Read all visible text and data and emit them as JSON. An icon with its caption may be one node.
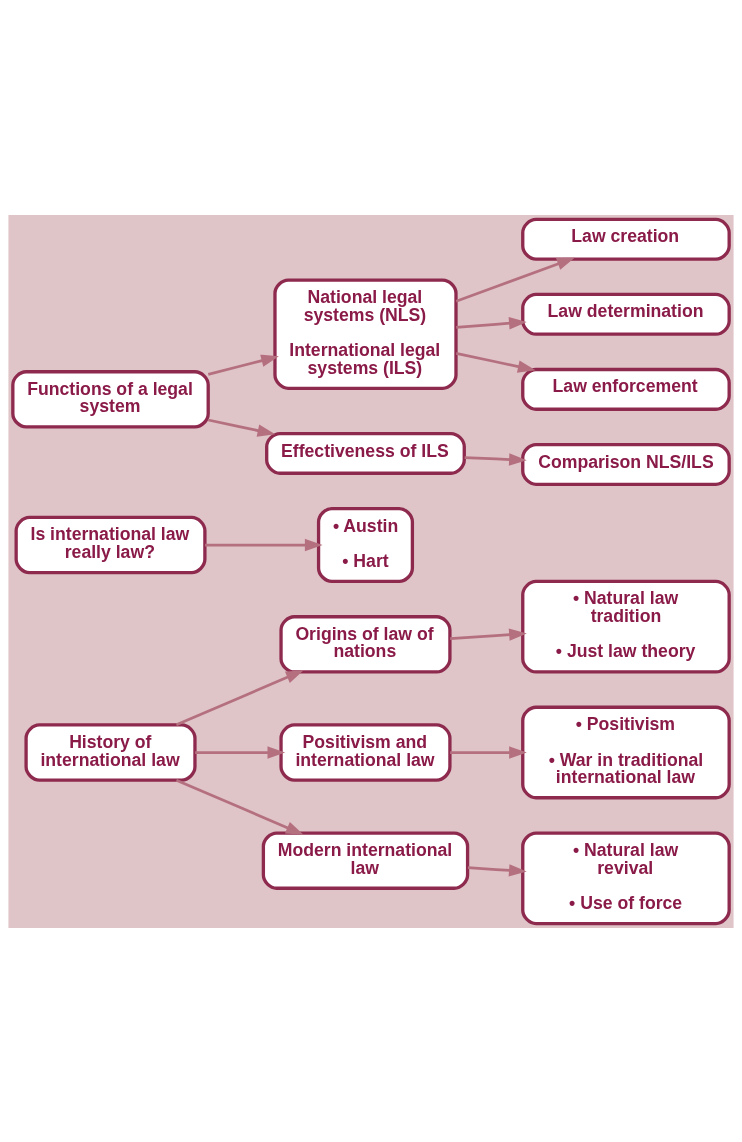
{
  "diagram": {
    "nodes": [
      {
        "text": [
          "History of international law"
        ]
      },
      {
        "text": [
          "Origins of law of nations"
        ]
      },
      {
        "text": [
          "• Natural law tradition",
          "• Just law theory"
        ]
      },
      {
        "text": [
          "Positivism and international law"
        ]
      },
      {
        "text": [
          "• Positivism",
          "• War in traditional international law"
        ]
      },
      {
        "text": [
          "Modern international law"
        ]
      },
      {
        "text": [
          "• Natural law revival",
          "• Use of force"
        ]
      },
      {
        "text": [
          "Is international law really law?"
        ]
      },
      {
        "text": [
          "• Austin",
          "• Hart"
        ]
      },
      {
        "text": [
          "Functions of a legal system"
        ]
      },
      {
        "text": [
          "National legal systems (NLS)",
          "International legal systems (ILS)"
        ]
      },
      {
        "text": [
          "Law creation"
        ]
      },
      {
        "text": [
          "Law determination"
        ]
      },
      {
        "text": [
          "Law enforcement"
        ]
      },
      {
        "text": [
          "Effectiveness of ILS"
        ]
      },
      {
        "text": [
          "Comparison NLS/ILS"
        ]
      }
    ],
    "edges": [
      {
        "from": 0,
        "to": 1,
        "arrow": "to"
      },
      {
        "from": 0,
        "to": 3,
        "arrow": "to"
      },
      {
        "from": 0,
        "to": 5,
        "arrow": "to"
      },
      {
        "from": 1,
        "to": 2,
        "arrow": "to"
      },
      {
        "from": 3,
        "to": 4,
        "arrow": "to"
      },
      {
        "from": 5,
        "to": 6,
        "arrow": "to"
      },
      {
        "from": 7,
        "to": 8,
        "arrow": "to"
      },
      {
        "from": 9,
        "to": 10,
        "arrow": "to"
      },
      {
        "from": 9,
        "to": 14,
        "arrow": "to"
      },
      {
        "from": 10,
        "to": 11,
        "arrow": "to"
      },
      {
        "from": 10,
        "to": 12,
        "arrow": "to"
      },
      {
        "from": 10,
        "to": 13,
        "arrow": "to"
      },
      {
        "from": 14,
        "to": 15,
        "arrow": "to"
      }
    ]
  }
}
